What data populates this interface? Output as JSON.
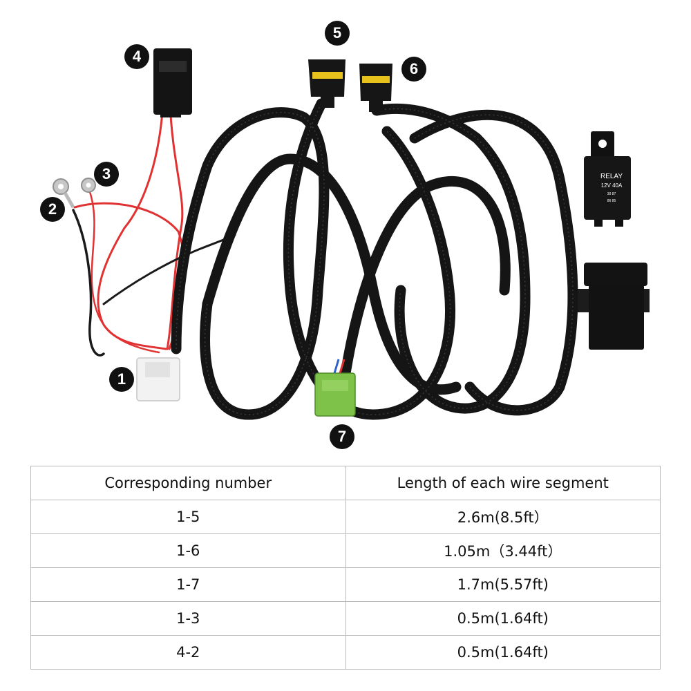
{
  "markers": [
    "1",
    "2",
    "3",
    "4",
    "5",
    "6",
    "7"
  ],
  "relay": {
    "title": "RELAY",
    "rating": "12V  40A",
    "pins_top": "30 87",
    "pins_bottom": "86 85"
  },
  "colors": {
    "sheath": "#151515",
    "red_wire": "#e03232",
    "black_wire": "#1a1a1a",
    "yellow_seal": "#e7c21c",
    "green_plug": "#7ec24a",
    "white_plug": "#f2f2f2",
    "marker": "#111111"
  },
  "table": {
    "headers": [
      "Corresponding number",
      "Length of each wire segment"
    ],
    "rows": [
      {
        "number": "1-5",
        "length": "2.6m(8.5ft）"
      },
      {
        "number": "1-6",
        "length": "1.05m（3.44ft）"
      },
      {
        "number": "1-7",
        "length": "1.7m(5.57ft)"
      },
      {
        "number": "1-3",
        "length": "0.5m(1.64ft)"
      },
      {
        "number": "4-2",
        "length": "0.5m(1.64ft)"
      }
    ]
  }
}
